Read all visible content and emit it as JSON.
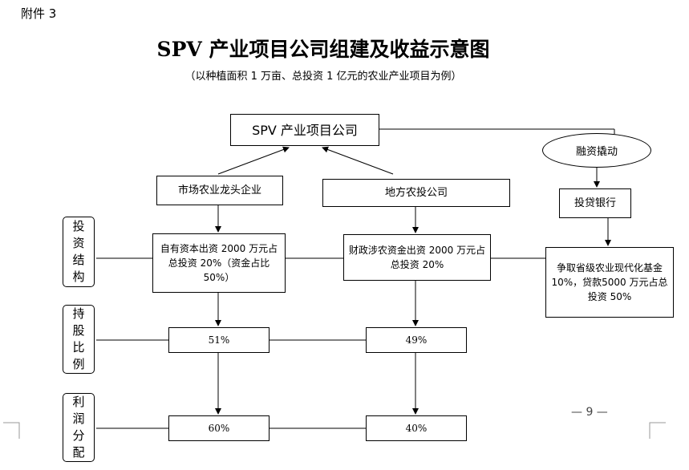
{
  "attachment_label": "附件 3",
  "title": "SPV 产业项目公司组建及收益示意图",
  "subtitle": "（以种植面积 1 万亩、总投资 1 亿元的农业产业项目为例）",
  "nodes": {
    "spv": "SPV 产业项目公司",
    "financing": "融资撬动",
    "dragon_head": "市场农业龙头企业",
    "local_gov": "地方农投公司",
    "bank": "投贷银行",
    "dragon_capital": "自有资本出资 2000 万元占总投资 20%（资金占比 50%）",
    "gov_capital": "财政涉农资金出资 2000 万元占总投资 20%",
    "bank_capital": "争取省级农业现代化基金10%，贷款5000 万元占总投资 50%",
    "dragon_share": "51%",
    "gov_share": "49%",
    "dragon_profit": "60%",
    "gov_profit": "40%"
  },
  "side_labels": {
    "investment": "投资结构",
    "holding": "持股比例",
    "profit": "利润分配"
  },
  "page_number": "— 9 —"
}
